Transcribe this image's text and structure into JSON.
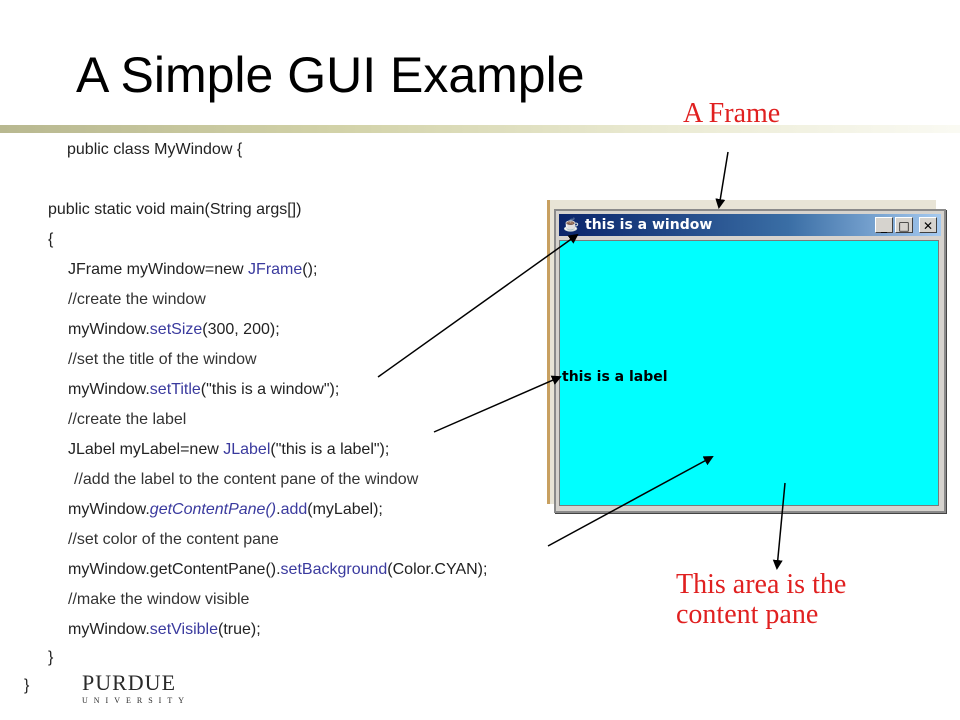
{
  "slide": {
    "title": "A Simple GUI Example"
  },
  "code": {
    "l1": "public class MyWindow {",
    "l2": "public static void main(String args[])",
    "l3": "{",
    "l4a": "JFrame myWindow=new ",
    "l4b": "JFrame",
    "l4c": "();",
    "l5": "//create the window",
    "l6a": "myWindow.",
    "l6b": "setSize",
    "l6c": "(300, 200);",
    "l7": "//set the title of the window",
    "l8a": "myWindow.",
    "l8b": "setTitle",
    "l8c": "(\"this is a window\");",
    "l9": "//create the label",
    "l10a": "JLabel myLabel=new ",
    "l10b": "JLabel",
    "l10c": "(\"this is a label\");",
    "l11": "//add the label to the content pane of the window",
    "l12a": "myWindow.",
    "l12b": "getContentPane()",
    "l12c": ".",
    "l12d": "add",
    "l12e": "(myLabel);",
    "l13": "//set color of the content pane",
    "l14a": "myWindow.getContentPane().",
    "l14b": "setBackground",
    "l14c": "(Color.CYAN);",
    "l15": "//make the window visible",
    "l16a": "myWindow.",
    "l16b": "setVisible",
    "l16c": "(true);",
    "l17": "}",
    "l18": "}"
  },
  "annotations": {
    "frame": "A Frame",
    "content_line1": "This area is the",
    "content_line2": "content pane"
  },
  "window": {
    "title": "this is a window",
    "label": "this is a label",
    "minimize": "_",
    "maximize": "□",
    "close": "✕",
    "app_icon": "java-cup-icon"
  },
  "logo": {
    "name": "PURDUE",
    "sub": "UNIVERSITY"
  },
  "colors": {
    "annotation": "#e02020",
    "keyword": "#3a3a9e",
    "content_pane": "#00ffff",
    "titlebar_start": "#0a246a"
  }
}
